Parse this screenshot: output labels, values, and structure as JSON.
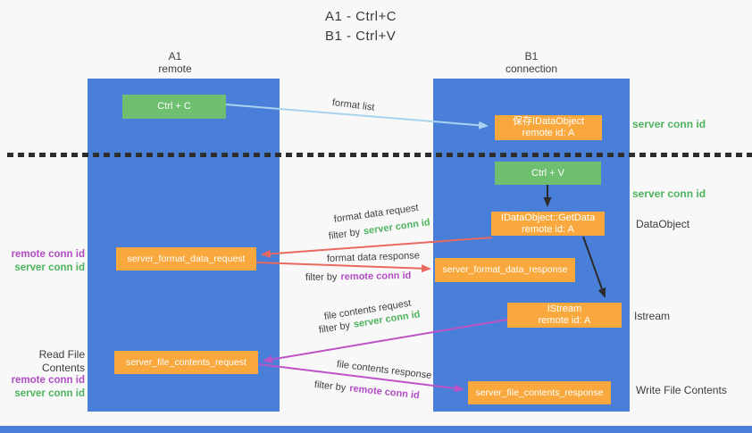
{
  "title": {
    "line1": "A1 - Ctrl+C",
    "line2": "B1 - Ctrl+V"
  },
  "columns": {
    "a": {
      "id": "A1",
      "role": "remote"
    },
    "b": {
      "id": "B1",
      "role": "connection"
    }
  },
  "nodes": {
    "ctrl_c": {
      "label": "Ctrl + C"
    },
    "save_idataobject": {
      "line1": "保存IDataObject",
      "line2": "remote id: A"
    },
    "ctrl_v": {
      "label": "Ctrl + V"
    },
    "getdata": {
      "line1": "IDataObject::GetData",
      "line2": "remote id: A"
    },
    "format_request": {
      "label": "server_format_data_request"
    },
    "format_response": {
      "label": "server_format_data_response"
    },
    "istream": {
      "line1": "IStream",
      "line2": "remote id: A"
    },
    "file_request": {
      "label": "server_file_contents_request"
    },
    "file_response": {
      "label": "server_file_contents_response"
    }
  },
  "edge_labels": {
    "format_list": "format list",
    "format_data_request": "format data request",
    "format_data_response": "format data response",
    "file_contents_request": "file contents request",
    "file_contents_response": "file contents response",
    "filter_by": "filter by",
    "server_conn_id": "server conn id",
    "remote_conn_id": "remote conn id"
  },
  "side_labels": {
    "server_conn_id_top": "server conn id",
    "server_conn_id_mid": "server conn id",
    "dataobject": "DataObject",
    "istream": "Istream",
    "write_file_contents": "Write File Contents",
    "read_file_contents": "Read File Contents",
    "remote_conn_id": "remote conn id",
    "server_conn_id": "server conn id"
  },
  "colors": {
    "lane_blue": "#4a7fd9",
    "node_green": "#6ebf70",
    "node_orange": "#f9a83d",
    "arrow_lightblue": "#a8d3f0",
    "arrow_black": "#2b2b2b",
    "arrow_red": "#e8695f",
    "arrow_purple": "#bd53c6",
    "text_green": "#4db45e",
    "text_purple": "#b14cc3"
  }
}
